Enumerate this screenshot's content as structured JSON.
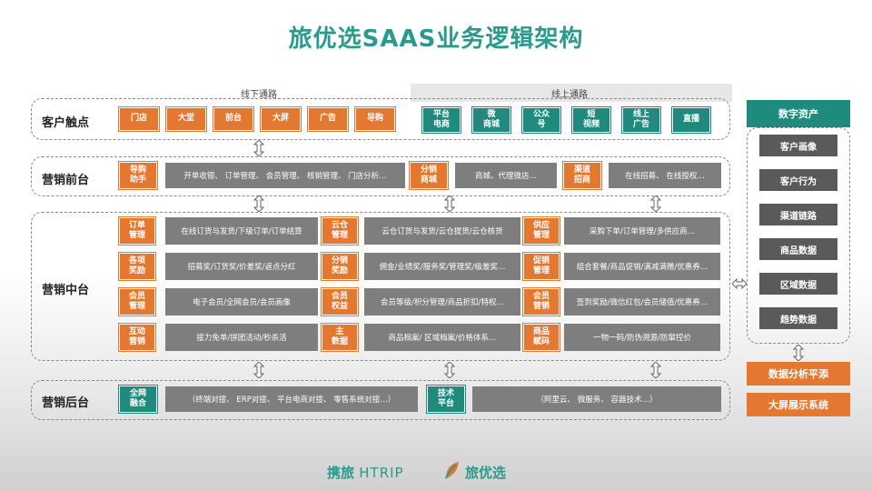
{
  "title": "旅优选SAAS业务逻辑架构",
  "offline_label": "线下通路",
  "online_label": "线上通路",
  "rows": {
    "touch": "客户触点",
    "front": "营销前台",
    "middle": "营销中台",
    "back": "营销后台"
  },
  "touch_offline": [
    "门店",
    "大堂",
    "前台",
    "大屏",
    "广告",
    "导购"
  ],
  "touch_online": [
    "平台\n电商",
    "微\n商城",
    "公众\n号",
    "短\n视频",
    "线上\n广告",
    "直播"
  ],
  "front": {
    "b1_tag": "导购\n助手",
    "b1_text": "开单收银、 订单管理、 会员管理、 核销管理、 门店分析…",
    "b2_tag": "分销\n商城",
    "b2_text": "商城、代理微店…",
    "b3_tag": "渠道\n招商",
    "b3_text": "在线招募、 在线授权…"
  },
  "middle": {
    "left": [
      {
        "tag": "订单\n管理",
        "text": "在线订货与发货/下级订单/订单结算"
      },
      {
        "tag": "各项\n奖励",
        "text": "招募奖/订货奖/价差奖/返点分红"
      },
      {
        "tag": "会员\n管理",
        "text": "电子会员/全网会员/会员画像"
      },
      {
        "tag": "互动\n营销",
        "text": "接力免单/拼团活动/秒杀活"
      }
    ],
    "center": [
      {
        "tag": "云仓\n管理",
        "text": "云仓订货与发货/云仓提货/云仓核货"
      },
      {
        "tag": "分销\n奖励",
        "text": "佣金/业绩奖/服务奖/管理奖/级差奖…"
      },
      {
        "tag": "会员\n权益",
        "text": "会员等级/积分管理/商品折扣/特权…"
      },
      {
        "tag": "主\n数据",
        "text": "商品档案/ 区域档案/价格体系…"
      }
    ],
    "right": [
      {
        "tag": "供应\n管理",
        "text": "采购下单/订单管理/多供应商…"
      },
      {
        "tag": "促销\n管理",
        "text": "组合套餐/商品促销/满减满赠/优惠券…"
      },
      {
        "tag": "会员\n营销",
        "text": "签到奖励/微信红包/会员储值/优惠券…"
      },
      {
        "tag": "商品\n赋码",
        "text": "一物一码/防伪溯源/防窜控价"
      }
    ]
  },
  "back": {
    "b1_tag": "全网\n融合",
    "b1_text": "（终端对接、 ERP对接、 平台电商对接、 零售系统对接…）",
    "b2_tag": "技术\n平台",
    "b2_text": "（阿里云、 微服务、 容器技术…）"
  },
  "digital": {
    "header": "数字资产",
    "items": [
      "客户画像",
      "客户行为",
      "渠道链路",
      "商品数据",
      "区域数据",
      "趋势数据"
    ]
  },
  "platforms": [
    "数据分析平添",
    "大屏展示系统"
  ],
  "logos": {
    "htrip_cn": "携旅",
    "htrip_en": "HTRIP",
    "brand": "旅优选"
  },
  "colors": {
    "teal": "#218a7e",
    "orange": "#e47831",
    "gray": "#7e7e7e",
    "dark": "#5a5a5a"
  }
}
